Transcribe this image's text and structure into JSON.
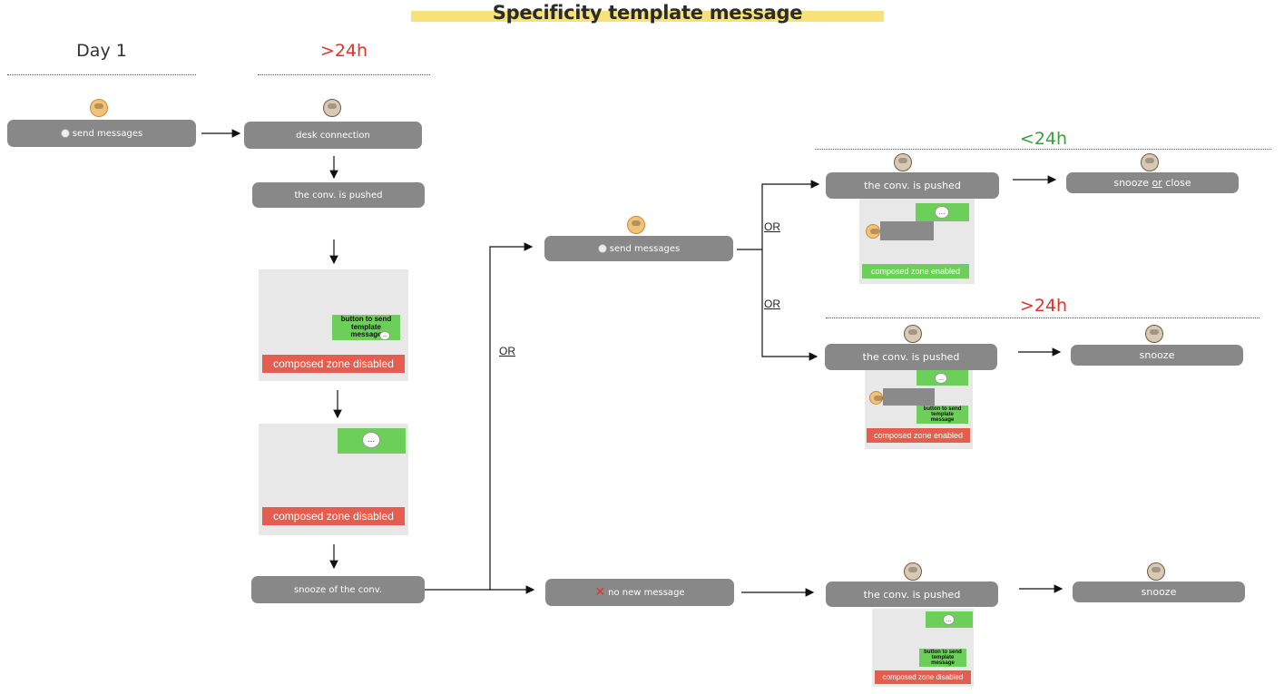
{
  "title": "Specificity template message",
  "columns": {
    "day1": "Day 1",
    "over24": ">24h"
  },
  "labels": {
    "under24": "<24h",
    "over24_right": ">24h",
    "or": "OR"
  },
  "colors": {
    "green": "#3aa13a",
    "red": "#e0332b",
    "box": "#888888",
    "title_highlight": "#f7e27a"
  },
  "icons": {
    "user": "user-avatar-icon",
    "agent": "agent-avatar-icon",
    "chat": "chat-bubble-icon",
    "cross": "cross-mark-icon"
  },
  "nodes": {
    "send_messages_day1": "send messages",
    "desk_connection": "desk connection",
    "conv_pushed_1": "the conv. is pushed",
    "snooze_conv": "snooze of the conv.",
    "send_messages_mid": "send messages",
    "no_new_message": "no new message",
    "conv_pushed_top": "the conv. is pushed",
    "conv_pushed_middle": "the conv. is pushed",
    "conv_pushed_bottom": "the conv. is pushed",
    "snooze_or_close_pre": "snooze ",
    "snooze_or_close_or": "or",
    "snooze_or_close_post": " close",
    "snooze_middle": "snooze",
    "snooze_bottom": "snooze"
  },
  "panels": {
    "template_button": "button to send template message",
    "zone_disabled": "composed zone disabled",
    "zone_enabled": "composed zone enabled",
    "dots": "..."
  }
}
